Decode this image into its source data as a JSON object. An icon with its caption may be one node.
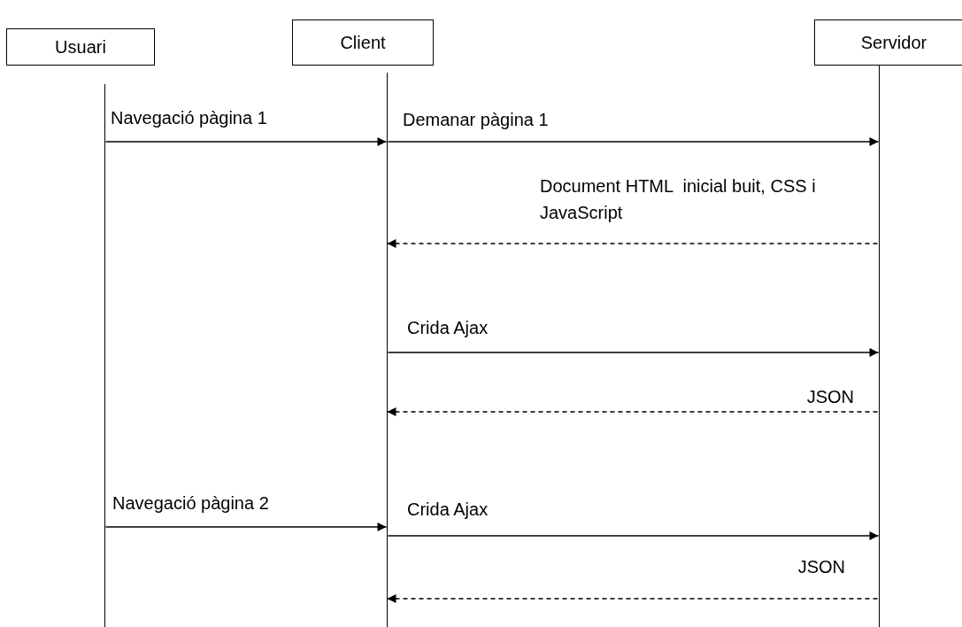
{
  "diagram": {
    "nodes": [
      {
        "text": [
          "Usuari"
        ]
      },
      {
        "text": [
          "Client"
        ]
      },
      {
        "text": [
          "Servidor"
        ]
      },
      {
        "text": [],
        "shape": "bar"
      },
      {
        "text": [],
        "shape": "bar"
      },
      {
        "text": [],
        "shape": "bar"
      }
    ],
    "edges": [
      {
        "from": 3,
        "to": 4,
        "arrow": "to",
        "label": "Navegació pàgina 1"
      },
      {
        "from": 4,
        "to": 5,
        "arrow": "to",
        "label": "Demanar pàgina 1"
      },
      {
        "from": 5,
        "to": 4,
        "arrow": "to",
        "label": "Document HTML  inicial buit, CSS i JavaScript",
        "style": "dashed"
      },
      {
        "from": 4,
        "to": 5,
        "arrow": "to",
        "label": "Crida Ajax"
      },
      {
        "from": 5,
        "to": 4,
        "arrow": "to",
        "label": "JSON",
        "style": "dashed"
      },
      {
        "from": 3,
        "to": 4,
        "arrow": "to",
        "label": "Navegació pàgina 2"
      },
      {
        "from": 4,
        "to": 5,
        "arrow": "to",
        "label": "Crida Ajax"
      },
      {
        "from": 5,
        "to": 4,
        "arrow": "to",
        "label": "JSON",
        "style": "dashed"
      }
    ]
  }
}
